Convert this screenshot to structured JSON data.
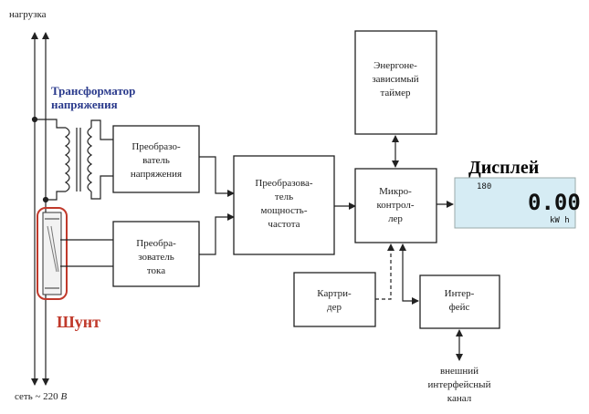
{
  "labels": {
    "load": "нагрузка",
    "mains": "сеть ~ 220 ",
    "mains_unit": "В",
    "transformer_line1": "Трансформатор",
    "transformer_line2": "напряжения",
    "shunt": "Шунт",
    "display": "Дисплей",
    "external_line1": "внешний",
    "external_line2": "интерфейсный",
    "external_line3": "канал"
  },
  "blocks": {
    "voltage_converter": [
      "Преобразо-",
      "ватель",
      "напряжения"
    ],
    "current_converter": [
      "Преобра-",
      "зователь",
      "тока"
    ],
    "power_freq_converter": [
      "Преобразова-",
      "тель",
      "мощность-",
      "частота"
    ],
    "microcontroller": [
      "Микро-",
      "контрол-",
      "лер"
    ],
    "timer": [
      "Энергоне-",
      "зависимый",
      "таймер"
    ],
    "cartridge": [
      "Картри-",
      "дер"
    ],
    "interface": [
      "Интер-",
      "фейс"
    ]
  },
  "lcd": {
    "top_readout": "180",
    "main_readout": "0.00",
    "unit": "kW h"
  },
  "colors": {
    "line": "#222222",
    "lcd_bg": "#d6ecf4",
    "shunt_outline": "#c0392b",
    "transformer_text": "#2a3a8c"
  }
}
